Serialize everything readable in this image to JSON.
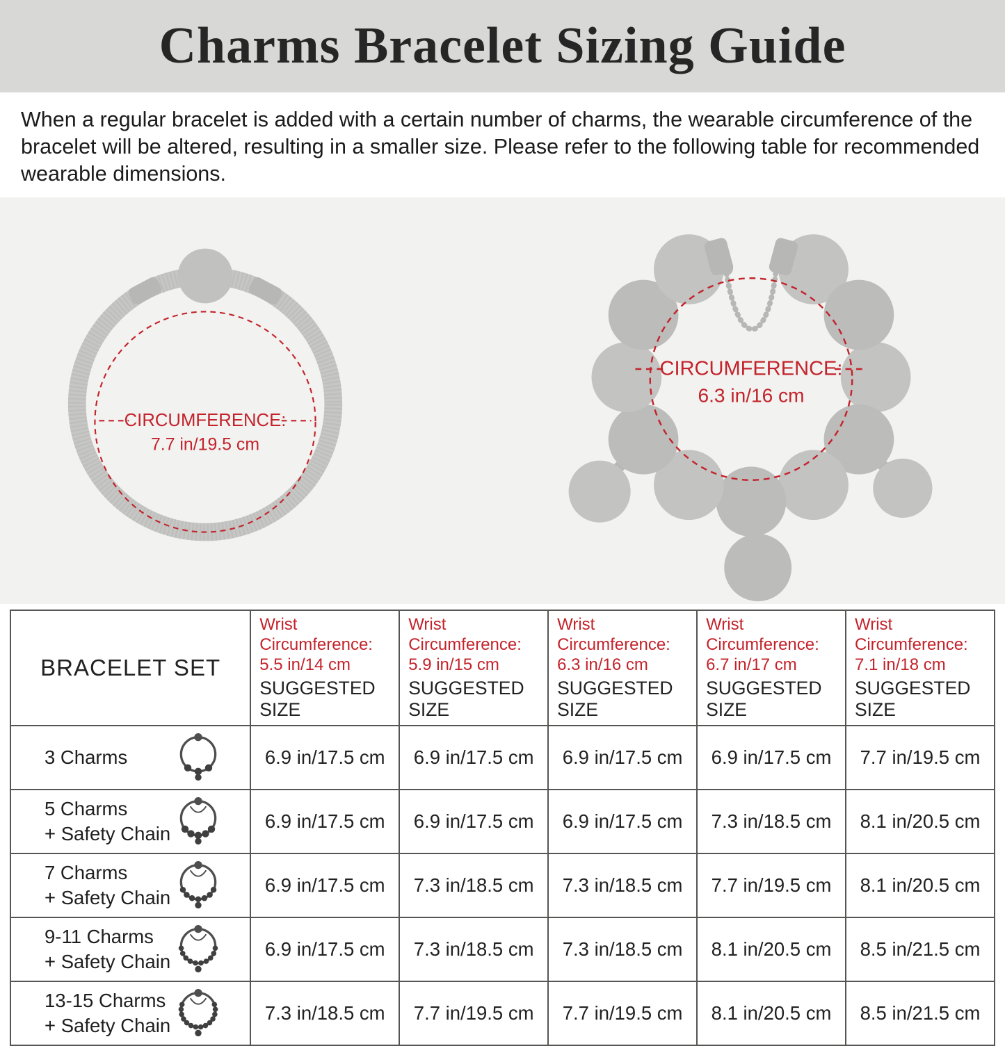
{
  "header": {
    "title": "Charms Bracelet Sizing Guide"
  },
  "intro": {
    "text": "When a regular bracelet is added with a certain number of charms, the wearable circumference of the bracelet will be altered, resulting in a smaller size. Please refer to the following table for recommended wearable dimensions."
  },
  "diagrams": {
    "plain_bracelet": {
      "icon": "plain-bracelet-icon",
      "label": "CIRCUMFERENCE:",
      "value": "7.7 in/19.5 cm"
    },
    "charm_bracelet": {
      "icon": "charm-bracelet-icon",
      "label": "CIRCUMFERENCE:",
      "value": "6.3 in/16 cm"
    }
  },
  "colors": {
    "accent_red": "#c3232b",
    "band_gray": "#d8d8d6",
    "section_bg": "#f2f2f0",
    "bracelet_gray": "#c3c3c2",
    "table_border": "#555553"
  },
  "table": {
    "set_header": "BRACELET SET",
    "columns": [
      {
        "wrist_label": "Wrist Circumference:",
        "wrist_value": "5.5 in/14 cm",
        "suggested_label": "SUGGESTED SIZE"
      },
      {
        "wrist_label": "Wrist Circumference:",
        "wrist_value": "5.9 in/15 cm",
        "suggested_label": "SUGGESTED SIZE"
      },
      {
        "wrist_label": "Wrist Circumference:",
        "wrist_value": "6.3 in/16 cm",
        "suggested_label": "SUGGESTED SIZE"
      },
      {
        "wrist_label": "Wrist Circumference:",
        "wrist_value": "6.7 in/17 cm",
        "suggested_label": "SUGGESTED SIZE"
      },
      {
        "wrist_label": "Wrist Circumference:",
        "wrist_value": "7.1 in/18 cm",
        "suggested_label": "SUGGESTED SIZE"
      }
    ],
    "rows": [
      {
        "label_line1": "3 Charms",
        "label_line2": "",
        "icon": "bracelet-3-charms-icon",
        "icon_dots": 3,
        "icon_safety_chain": false,
        "values": [
          "6.9 in/17.5 cm",
          "6.9 in/17.5 cm",
          "6.9 in/17.5 cm",
          "6.9 in/17.5 cm",
          "7.7 in/19.5 cm"
        ]
      },
      {
        "label_line1": "5 Charms",
        "label_line2": "+ Safety Chain",
        "icon": "bracelet-5-charms-safety-chain-icon",
        "icon_dots": 5,
        "icon_safety_chain": true,
        "values": [
          "6.9 in/17.5 cm",
          "6.9 in/17.5 cm",
          "6.9 in/17.5 cm",
          "7.3 in/18.5 cm",
          "8.1 in/20.5 cm"
        ]
      },
      {
        "label_line1": "7 Charms",
        "label_line2": "+ Safety Chain",
        "icon": "bracelet-7-charms-safety-chain-icon",
        "icon_dots": 7,
        "icon_safety_chain": true,
        "values": [
          "6.9 in/17.5 cm",
          "7.3 in/18.5 cm",
          "7.3 in/18.5 cm",
          "7.7 in/19.5 cm",
          "8.1 in/20.5 cm"
        ]
      },
      {
        "label_line1": "9-11 Charms",
        "label_line2": "+ Safety Chain",
        "icon": "bracelet-9-11-charms-safety-chain-icon",
        "icon_dots": 10,
        "icon_safety_chain": true,
        "values": [
          "6.9 in/17.5 cm",
          "7.3 in/18.5 cm",
          "7.3 in/18.5 cm",
          "8.1 in/20.5 cm",
          "8.5 in/21.5 cm"
        ]
      },
      {
        "label_line1": "13-15 Charms",
        "label_line2": "+ Safety Chain",
        "icon": "bracelet-13-15-charms-safety-chain-icon",
        "icon_dots": 14,
        "icon_safety_chain": true,
        "values": [
          "7.3 in/18.5 cm",
          "7.7 in/19.5 cm",
          "7.7 in/19.5 cm",
          "8.1 in/20.5 cm",
          "8.5 in/21.5 cm"
        ]
      }
    ]
  }
}
